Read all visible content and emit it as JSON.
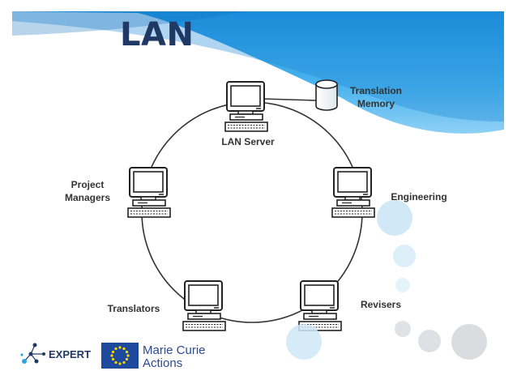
{
  "title": "LAN",
  "nodes": {
    "server": {
      "label": "LAN Server"
    },
    "memory": {
      "label_line1": "Translation",
      "label_line2": "Memory"
    },
    "project_managers": {
      "label_line1": "Project",
      "label_line2": "Managers"
    },
    "engineering": {
      "label": "Engineering"
    },
    "translators": {
      "label": "Translators"
    },
    "revisers": {
      "label": "Revisers"
    }
  },
  "footer": {
    "expert_logo_text": "EXPERT",
    "eu_logo_line1": "Marie Curie",
    "eu_logo_line2": "Actions"
  },
  "colors": {
    "title": "#1f3864",
    "ring": "#333333",
    "banner": "#2ea3e6",
    "monitor_screen": "#ffffff",
    "eu_flag": "#1d4a9c",
    "eu_stars": "#ffd700",
    "decor_bubbles": "#cfe6f5"
  }
}
